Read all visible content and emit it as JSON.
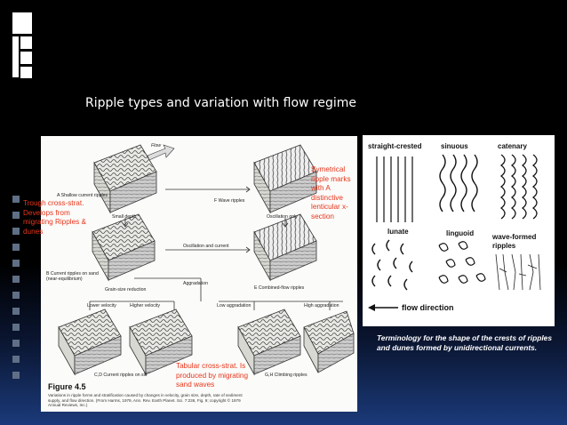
{
  "slide": {
    "title": "Ripple types and variation with flow regime"
  },
  "annotations": {
    "trough": "Trough cross-strat. Develops from migrating Ripples & dunes",
    "symmetrical": "Symetrical ripple marks with A distinctive lenticular x-section",
    "tabular": "Tabular cross-strat. Is produced by migrating sand waves"
  },
  "right_caption": "Terminology for the shape of the crests of ripples and dunes formed by unidirectional currents.",
  "left_figure": {
    "title": "Figure 4.5",
    "caption": "Variations in ripple forms and stratification caused by changes in velocity, grain size, depth, rate of sediment supply, and flow direction. (From Harms, 1979, Ann. Rev. Earth Planet. Sci. 7:236, Fig. 9; copyright © 1979 Annual Reviews, Inc.)",
    "labels": {
      "a": "A  Shallow current ripples",
      "f": "F  Wave ripples",
      "small_depth": "Small depth",
      "oscillation_only": "Oscillation only",
      "oscillation_current": "Oscillation and current",
      "b": "B  Current ripples on sand (near-equilibrium)",
      "aggradation": "Aggradation",
      "e": "E  Combined-flow ripples",
      "grain_size": "Grain-size reduction",
      "lower_velocity": "Lower velocity",
      "higher_velocity": "Higher velocity",
      "low_aggradation": "Low aggradation",
      "high_aggradation": "High aggradation",
      "cd": "C,D  Current ripples on silt",
      "gh": "G,H  Climbing ripples",
      "flow": "Flow"
    }
  },
  "right_figure": {
    "types": [
      "straight-crested",
      "sinuous",
      "catenary",
      "lunate",
      "linguoid",
      "wave-formed ripples"
    ],
    "flow_direction": "flow direction"
  }
}
